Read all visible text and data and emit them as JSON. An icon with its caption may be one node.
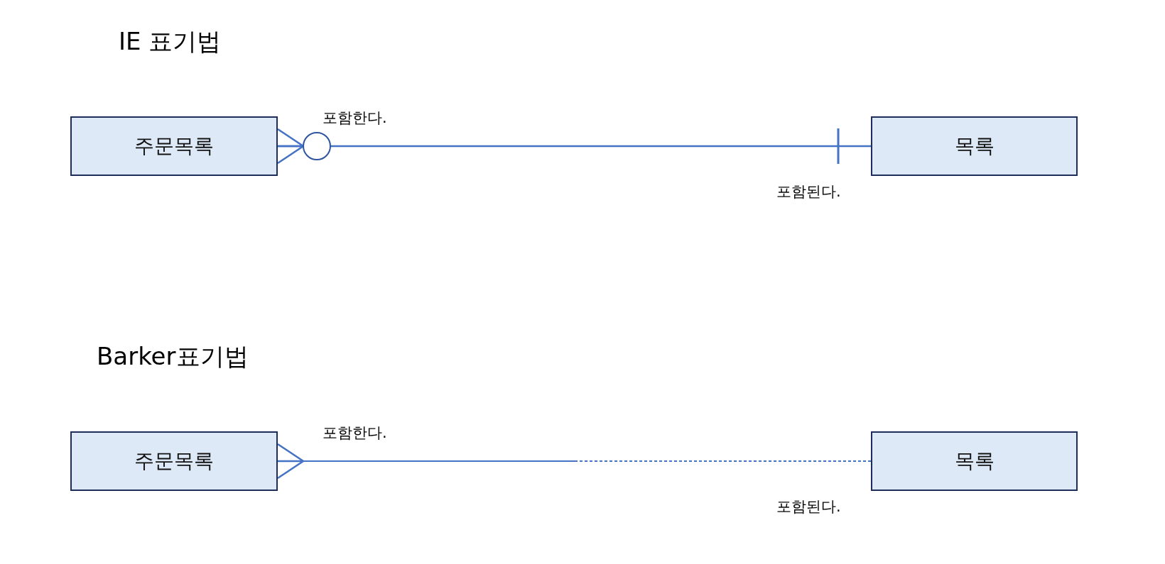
{
  "diagram": {
    "nodes": [
      {
        "text": [
          "주문목록"
        ]
      },
      {
        "text": [
          "목록"
        ]
      },
      {
        "text": [
          "주문목록"
        ]
      },
      {
        "text": [
          "목록"
        ]
      }
    ],
    "edges": [
      {
        "from": 0,
        "to": 1,
        "arrow": "other"
      },
      {
        "from": 2,
        "to": 3,
        "arrow": "other",
        "style": "dashed"
      }
    ],
    "labels": [
      "IE 표기법",
      "포함한다.",
      "포함된다.",
      "Barker표기법",
      "포함한다.",
      "포함된다."
    ]
  }
}
